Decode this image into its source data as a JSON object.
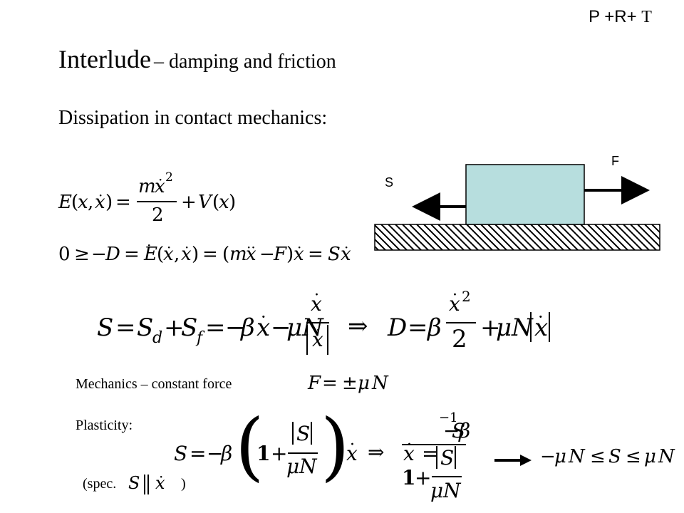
{
  "corner_tag": {
    "main": "P +R+",
    "suffix": "T"
  },
  "title": {
    "main": "Interlude",
    "sub": "– damping and friction"
  },
  "subtitle": "Dissipation in contact mechanics:",
  "diagram": {
    "force_label": "F",
    "friction_label": "S",
    "block_color": "#b7dede"
  },
  "captions": {
    "mechanics": "Mechanics  – constant force",
    "plasticity": "Plasticity:",
    "spec_open": "(spec.",
    "spec_close": ")"
  }
}
